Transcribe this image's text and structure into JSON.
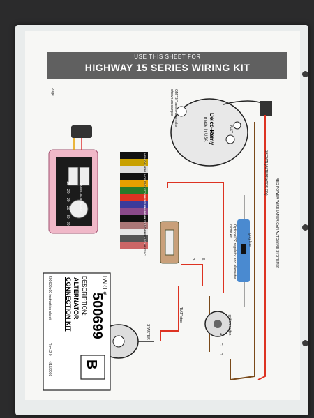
{
  "header": {
    "line1": "USE THIS SHEET FOR",
    "line2": "HIGHWAY 15 SERIES  WIRING KIT"
  },
  "page_label": "Page 1",
  "alternator": {
    "note": "GM \"SI\" series alternator shown as sample",
    "brand": "Delco-Remy",
    "brand_sub": "made in USA",
    "bat_label": "BAT"
  },
  "wires": {
    "red_power": "RED POWER WIRE (AMERICAN AUTOWIRE SYSTEMS)",
    "brown": "BROWN (ALTERNATOR ON)",
    "gray": "gray line",
    "regulator_note": "Optional 'S' regulator and alternator diode kit"
  },
  "ignition": {
    "label": "Ignition switch"
  },
  "bat_stud": "\"BAT\" stud",
  "starter": "STARTER",
  "terminals": {
    "e": "E",
    "b": "B",
    "a": "A",
    "c": "C",
    "d": "D"
  },
  "fuse_panel": {
    "title": "500699 - ALTERNATOR",
    "fuses": [
      "15",
      "20",
      "20",
      "20",
      "30",
      "20"
    ],
    "labels": [
      "HEADLTS",
      "GAUGES",
      "CIG LTR",
      "HORN SW",
      "PARK",
      "STOP/BU",
      "INSTRUM",
      "TURN SW",
      "ACCY 1",
      "HAZARD",
      "ACCY 2",
      "WIPER",
      "ACCY",
      "HEAT/AC"
    ]
  },
  "part": {
    "part_label": "PART #",
    "part_number": "500699",
    "desc_label": "DESCRIPTION:",
    "desc_lines": [
      "ALTERNATOR",
      "CONNECTION KIT"
    ],
    "footer": "500699b00 instruction sheet",
    "rev": "Rev. 2-0",
    "date": "4/15/2009",
    "revision_letter": "B"
  }
}
